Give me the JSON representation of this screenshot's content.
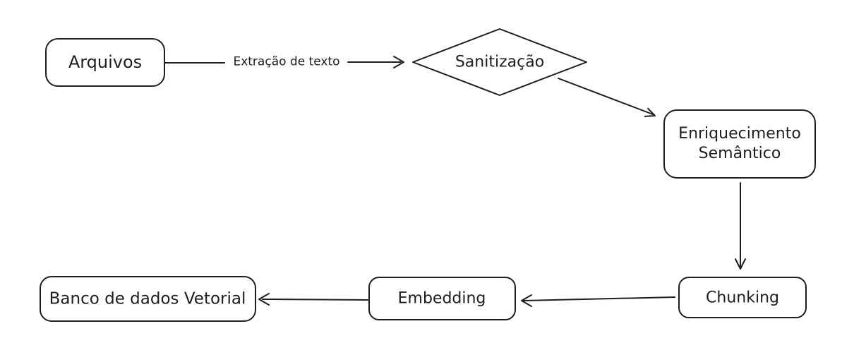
{
  "canvas": {
    "background": "#ffffff"
  },
  "colors": {
    "stroke": "#1e1e1e",
    "text": "#1e1e1e",
    "shape_fill": "#ffffff"
  },
  "nodes": {
    "arquivos": {
      "label": "Arquivos",
      "shape": "rounded-rectangle"
    },
    "sanitizacao": {
      "label": "Sanitização",
      "shape": "diamond"
    },
    "enriquecimento": {
      "line1": "Enriquecimento",
      "line2": "Semântico",
      "shape": "rounded-rectangle"
    },
    "chunking": {
      "label": "Chunking",
      "shape": "rounded-rectangle"
    },
    "embedding": {
      "label": "Embedding",
      "shape": "rounded-rectangle"
    },
    "banco": {
      "label": "Banco de dados Vetorial",
      "shape": "rounded-rectangle"
    }
  },
  "edges": [
    {
      "from": "Arquivos",
      "to": "Sanitização",
      "label": "Extração de texto"
    },
    {
      "from": "Sanitização",
      "to": "Enriquecimento Semântico",
      "label": ""
    },
    {
      "from": "Enriquecimento Semântico",
      "to": "Chunking",
      "label": ""
    },
    {
      "from": "Chunking",
      "to": "Embedding",
      "label": ""
    },
    {
      "from": "Embedding",
      "to": "Banco de dados Vetorial",
      "label": ""
    }
  ]
}
